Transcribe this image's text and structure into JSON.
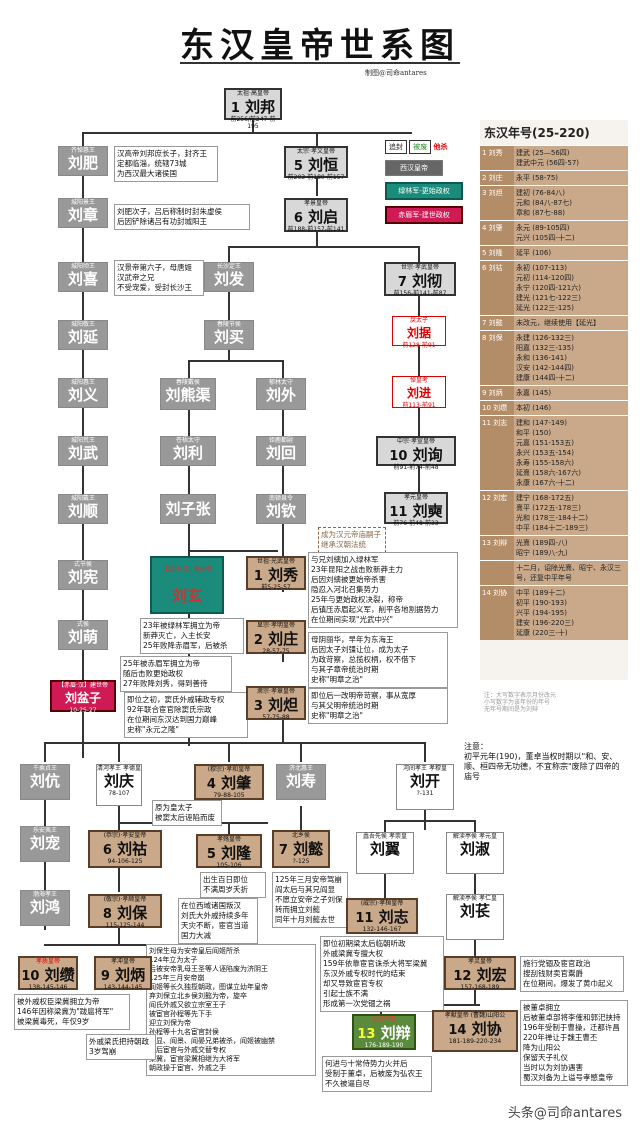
{
  "title": "东汉皇帝世系图",
  "author": "制图@司命antares",
  "watermark": "头条@司命antares",
  "legend": {
    "murdered": "追封",
    "abolished": "被废",
    "killed": "他杀",
    "west_han": "西汉皇帝",
    "green_forest": "绿林军-更始政权",
    "red_eyebrows": "赤眉军-建世政权"
  },
  "era_title": "东汉年号(25-220)",
  "era_rows": [
    {
      "e": "1 刘秀",
      "y": [
        "建武 (25—56四)",
        "建武中元 (56四-57)"
      ]
    },
    {
      "e": "2 刘庄",
      "y": [
        "永平 (58-75)"
      ]
    },
    {
      "e": "3 刘炟",
      "y": [
        "建初 (76-84八)",
        "元和 (84八-87七)",
        "章和 (87七-88)"
      ]
    },
    {
      "e": "4 刘肇",
      "y": [
        "永元 (89-105四)",
        "元兴 (105四-十二)"
      ]
    },
    {
      "e": "5 刘隆",
      "y": [
        "延平 (106)"
      ]
    },
    {
      "e": "6 刘祜",
      "y": [
        "永初 (107-113)",
        "元初 (114-120四)",
        "永宁 (120四-121六)",
        "建光 (121七-122三)",
        "延光 (122三-125)"
      ]
    },
    {
      "e": "7 刘懿",
      "y": [
        "未改元，继续使用【延光】"
      ]
    },
    {
      "e": "8 刘保",
      "y": [
        "永建 (126-132三)",
        "阳嘉 (132三-135)",
        "永和 (136-141)",
        "汉安 (142-144四)",
        "建康 (144四-十二)"
      ]
    },
    {
      "e": "9 刘炳",
      "y": [
        "永嘉 (145)"
      ]
    },
    {
      "e": "10 刘缵",
      "y": [
        "本初 (146)"
      ]
    },
    {
      "e": "11 刘志",
      "y": [
        "建和 (147-149)",
        "和平 (150)",
        "元嘉 (151-153五)",
        "永兴 (153五-154)",
        "永寿 (155-158六)",
        "延熹 (158六-167六)",
        "永康 (167六-十二)"
      ]
    },
    {
      "e": "12 刘宏",
      "y": [
        "建宁 (168-172五)",
        "熹平 (172五-178三)",
        "光和 (178三-184十二)",
        "中平 (184十二-189三)"
      ]
    },
    {
      "e": "13 刘辩",
      "y": [
        "光熹 (189四-八)",
        "昭宁 (189八-九)"
      ]
    },
    {
      "e": "",
      "y": [
        "十二月，诏除光熹、昭宁、永汉三号，还复中平年号"
      ]
    },
    {
      "e": "14 刘协",
      "y": [
        "中平 (189十二)",
        "初平 (190-193)",
        "兴平 (194-195)",
        "建安 (196-220三)",
        "延康 (220三-十)"
      ]
    }
  ],
  "era_note": "注：大写数字表示月份改元\n小写数字为该年份的年号\n无年号期间是为刘辩",
  "attn": "注意：\n初平元年(190)，董卓当权时期以\"和、安、顺、桓四帝无功德，不宜称宗\"废除了四帝的庙号",
  "nodes": {
    "gaozu": {
      "t": "太祖·高皇帝",
      "num": "1",
      "n": "刘邦",
      "s": "前256/前247-前195"
    },
    "jing": {
      "t": "孝景皇帝",
      "num": "6",
      "n": "刘启",
      "s": "前188-前157-前141"
    },
    "wen": {
      "t": "太宗·孝文皇帝",
      "num": "5",
      "n": "刘恒",
      "s": "前203-前180-前157"
    },
    "wudi": {
      "t": "世宗·孝武皇帝",
      "num": "7",
      "n": "刘彻",
      "s": "前156-前141-前87"
    },
    "ju": {
      "t": "戾太子",
      "n": "刘据",
      "s": "前128-前91"
    },
    "jin": {
      "t": "悼皇考",
      "n": "刘进",
      "s": "前113-前91"
    },
    "xuan": {
      "t": "中宗·孝宣皇帝",
      "num": "10",
      "n": "刘询",
      "s": "前91-前74-前48"
    },
    "yuan": {
      "t": "孝元皇帝",
      "num": "11",
      "n": "刘奭",
      "s": "前76-前48-前33"
    },
    "fei": {
      "t": "齐悼惠王",
      "n": "刘肥"
    },
    "zhang": {
      "t": "城阳景王",
      "n": "刘章"
    },
    "xi": {
      "t": "城阳顷王",
      "n": "刘喜"
    },
    "yan": {
      "t": "城阳敬王",
      "n": "刘延"
    },
    "yi": {
      "t": "城阳惠王",
      "n": "刘义"
    },
    "wu": {
      "t": "城阳荒王",
      "n": "刘武"
    },
    "shun": {
      "t": "城阳戴王",
      "n": "刘顺"
    },
    "xian": {
      "t": "式节侯",
      "n": "刘宪"
    },
    "meng": {
      "t": "式侯",
      "n": "刘萌"
    },
    "penzi": {
      "t": "【赤眉·汉】建世帝",
      "n": "刘盆子",
      "s": "10-25-27"
    },
    "fa": {
      "t": "长沙定王",
      "n": "刘发"
    },
    "mai": {
      "t": "春陵节侯",
      "n": "刘买"
    },
    "xiongqu": {
      "t": "春陵戴侯",
      "n": "刘熊渠"
    },
    "wai": {
      "t": "郁林太守",
      "n": "刘外"
    },
    "li": {
      "t": "苍梧太守",
      "n": "刘利"
    },
    "hui": {
      "t": "钜鹿都尉",
      "n": "刘回"
    },
    "zizhang": {
      "t": "",
      "n": "刘子张"
    },
    "qin": {
      "t": "南顿县令",
      "n": "刘钦"
    },
    "xuan2": {
      "t": "【绿林·汉】更始帝",
      "n": "刘玄"
    },
    "guangwu": {
      "t": "世祖·光武皇帝",
      "num": "1",
      "n": "刘秀",
      "s": "前5-25-57"
    },
    "ming": {
      "t": "显宗·孝明皇帝",
      "num": "2",
      "n": "刘庄",
      "s": "28-57-75"
    },
    "zhangdi": {
      "t": "肃宗·孝章皇帝",
      "num": "3",
      "n": "刘炟",
      "s": "57-75-88"
    },
    "he": {
      "t": "(穆宗)·孝和皇帝",
      "num": "4",
      "n": "刘肇",
      "s": "79-88-105"
    },
    "kang": {
      "t": "千乘贞王",
      "n": "刘伉"
    },
    "qing": {
      "t": "清河孝王 孝德皇",
      "n": "刘庆",
      "s": "78-107"
    },
    "shou": {
      "t": "济北惠王",
      "n": "刘寿"
    },
    "kai": {
      "t": "河间孝王 孝穆皇",
      "n": "刘开",
      "s": "?-131"
    },
    "chong": {
      "t": "乐安夷王",
      "n": "刘宠"
    },
    "hong": {
      "t": "渤海孝王",
      "n": "刘鸿"
    },
    "an": {
      "t": "(恭宗)·孝安皇帝",
      "num": "6",
      "n": "刘祜",
      "s": "94-106-125"
    },
    "shang": {
      "t": "孝殇皇帝",
      "num": "5",
      "n": "刘隆",
      "s": "105-106"
    },
    "yi2": {
      "t": "北乡侯",
      "num": "7",
      "n": "刘懿",
      "s": "?-125"
    },
    "shundi": {
      "t": "(敬宗)·孝顺皇帝",
      "num": "8",
      "n": "刘保",
      "s": "115-125-144"
    },
    "zhi": {
      "t": "孝质皇帝",
      "num": "10",
      "n": "刘缵",
      "s": "138-145-146"
    },
    "chongdi": {
      "t": "孝冲皇帝",
      "num": "9",
      "n": "刘炳",
      "s": "143-144-145"
    },
    "yi3": {
      "t": "蠡吾先侯 孝崇皇",
      "n": "刘翼"
    },
    "shu": {
      "t": "解渎亭侯 孝元皇",
      "n": "刘淑"
    },
    "huan": {
      "t": "(威宗)·孝桓皇帝",
      "num": "11",
      "n": "刘志",
      "s": "132-146-167"
    },
    "chang": {
      "t": "解渎亭侯 孝仁皇",
      "n": "刘苌"
    },
    "ling": {
      "t": "孝灵皇帝",
      "num": "12",
      "n": "刘宏",
      "s": "157-168-189"
    },
    "bian": {
      "t": "弘农怀王",
      "num": "13",
      "n": "刘辩",
      "s": "176-189-190"
    },
    "xiandi": {
      "t": "孝献皇帝 (曹魏)山阳公",
      "num": "14",
      "n": "刘协",
      "s": "181-189-220-234"
    }
  },
  "notes": {
    "n_fei": "汉高帝刘邦庶长子，封齐王\n定都临淄，统辖73城\n为西汉最大诸侯国",
    "n_zhang": "刘肥次子，吕后称制时封朱虚侯\n后因铲除诸吕有功封城阳王",
    "n_fa": "汉景帝第六子，母唐姬\n汉武帝之兄\n不受宠爱，受封长沙王",
    "n_guangwu": "与兄刘縯加入绿林军\n23年昆阳之战击败新莽主力\n后因刘縯被更始帝杀害\n隐忍入河北召集势力\n25年与更始政权决裂，称帝\n后镇压赤眉起义军，削平各地割据势力\n在位期间实现\"光武中兴\"",
    "n_ming": "母阴丽华，早年为东海王\n后因太子刘彊让位，成为太子\n为政苛察，总揽权柄，权不借下\n与其子章帝统治时期\n史称\"明章之治\"",
    "n_zhangdi": "即位后一改明帝苛察，事从宽厚\n与其父明帝统治时期\n史称\"明章之治\"",
    "n_he": "即位之初，窦氏外戚辅政专权\n92年联合宦官除窦氏宗政\n在位期间东汉达到国力巅峰\n史称\"永元之隆\"",
    "n_xuan2": "23年被绿林军拥立为帝\n新莽灭亡，入主长安\n25年败降赤眉军，后被杀",
    "n_penzi": "25年被赤眉军拥立为帝\n随后击败更始政权\n27年败降刘秀，得到善待",
    "n_qing": "原为皇太子\n被窦太后诬陷而废",
    "n_shang": "出生百日即位\n不满周岁夭折",
    "n_an": "在位西域诸国叛汉\n刘氏大外戚持续多年\n天灾不断，宦官当道\n国力大减",
    "n_yi2": "125年三月安帝驾崩\n阎太后与其兄阎显\n不愿立安帝之子刘保\n转而拥立刘懿\n同年十月刘懿去世",
    "n_shundi": "刘保生母为安帝皇后阎姬所杀\n124年立为太子\n后被安帝乳母王圣等人诬陷废为济阴王\n125年三月安帝崩\n阎姬等长久独揽朝政，图谋立幼年皇帝\n弃刘保立北乡侯刘懿为帝，旋卒\n阎氏外戚又欲立宗室王子\n被宦官孙程等先下手\n迎立刘保为帝\n孙程等十九名宦官封侯\n阎显、阎景、阎晏兄弟被杀，阎姬被幽禁\n此后宦官与外戚交替专权\n梁冀，宦官梁冀相继为大将军\n朝政操于宦官、外戚之手",
    "n_zhi": "被外戚权臣梁冀拥立为帝\n146年因称梁冀为\"跋扈将军\"\n被梁冀毒死，年仅9岁",
    "n_chongdi": "外戚梁氏把持朝政\n3岁驾崩",
    "n_huan": "即位初期梁太后临朝听政\n外戚梁冀专擅大权\n159年依靠宦官诛杀大将军梁冀\n东汉外戚专权时代的结束\n却又导致宦官专权\n引起士族不满\n形成第一次党锢之祸",
    "n_ling": "施行党锢及宦官政治\n搜刮钱财卖官鬻爵\n在位期间，爆发了黄巾起义",
    "n_bian": "何进与十常侍势力火并后\n受制于董卓，后被废为弘农王\n不久被逼自尽",
    "n_xiandi": "被董卓拥立\n后被董卓部将李傕和郭汜挟持\n196年受制于曹操，迁都许昌\n220年禅让于魏王曹丕\n降为山阳公\n保留天子礼仪\n当时以为刘协遇害\n蜀汉刘备为上谥号孝愍皇帝",
    "n_liuxuan_side": "成为汉元帝庙嗣子\n继承汉朝法统"
  }
}
